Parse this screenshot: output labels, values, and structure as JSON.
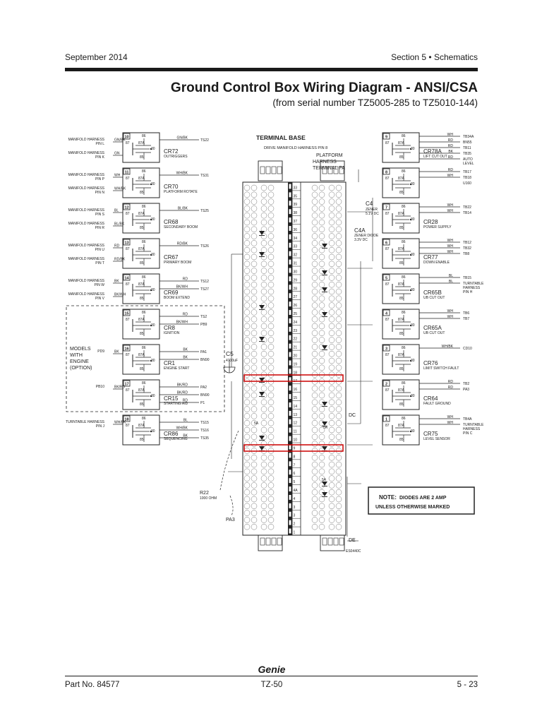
{
  "header": {
    "date": "September 2014",
    "section": "Section 5 • Schematics"
  },
  "title": "Ground Control Box Wiring Diagram -  ANSI/CSA",
  "subtitle": "(from serial number TZ5005-285 to TZ5010-144)",
  "footer": {
    "part_no": "Part No. 84577",
    "model": "TZ-50",
    "page": "5 - 23",
    "brand": "Genie"
  },
  "terminal_base": {
    "title": "TERMINAL BASE",
    "drive_label": "DRIVE MANIFOLD HARNESS PIN 8",
    "platform_label": [
      "PLATFORM",
      "HARNESS",
      "TERMINAL PA"
    ],
    "numbers": [
      "33",
      "35",
      "39",
      "38",
      "37",
      "36",
      "34",
      "33",
      "32",
      "31",
      "30",
      "29",
      "28",
      "27",
      "26",
      "25",
      "24",
      "23",
      "22",
      "21",
      "20",
      "19",
      "18",
      "17",
      "16",
      "15",
      "14",
      "13",
      "12",
      "11",
      "10",
      "9",
      "8",
      "7",
      "6",
      "5",
      "4A",
      "4",
      "3",
      "3",
      "2",
      "1"
    ]
  },
  "relay_pin_labels": {
    "r86": "86",
    "r87": "87",
    "r87a": "87A",
    "r30": "30",
    "r85": "85"
  },
  "left_relays": [
    {
      "num": "10",
      "name": "CR72",
      "desc": "OUTRIGGERS",
      "in_wires": [
        "GN/BK",
        "GN"
      ],
      "in_labels": [
        "MANIFOLD HARNESS\nPIN L",
        "MANIFOLD HARNESS\nPIN K"
      ],
      "out_wires": [
        "GN/BK"
      ],
      "out_terms": [
        "TS22"
      ]
    },
    {
      "num": "11",
      "name": "CR70",
      "desc": "PLATFORM ROTATE",
      "in_wires": [
        "WH",
        "WH/BK"
      ],
      "in_labels": [
        "MANIFOLD HARNESS\nPIN P",
        "MANIFOLD HARNESS\nPIN N"
      ],
      "out_wires": [
        "WH/BK"
      ],
      "out_terms": [
        "TS31"
      ]
    },
    {
      "num": "12",
      "name": "CR68",
      "desc": "SECONDARY BOOM",
      "in_wires": [
        "BL",
        "BL/BK"
      ],
      "in_labels": [
        "MANIFOLD HARNESS\nPIN S",
        "MANIFOLD HARNESS\nPIN R"
      ],
      "out_wires": [
        "BL/BK"
      ],
      "out_terms": [
        "TS25"
      ]
    },
    {
      "num": "13",
      "name": "CR67",
      "desc": "PRIMARY BOOM",
      "in_wires": [
        "RD",
        "RD/BK"
      ],
      "in_labels": [
        "MANIFOLD HARNESS\nPIN U",
        "MANIFOLD HARNESS\nPIN T"
      ],
      "out_wires": [
        "RD/BK"
      ],
      "out_terms": [
        "TS26"
      ]
    },
    {
      "num": "14",
      "name": "CR69",
      "desc": "BOOM EXTEND",
      "in_wires": [
        "BK",
        "BK/WH"
      ],
      "in_labels": [
        "MANIFOLD HARNESS\nPIN W",
        "MANIFOLD HARNESS\nPIN V"
      ],
      "out_wires": [
        "RD",
        "BK/WH"
      ],
      "out_terms": [
        "TS12",
        "TS27"
      ]
    },
    {
      "num": "15",
      "name": "CR8",
      "desc": "IGNITION",
      "in_wires": [],
      "in_labels": [],
      "out_wires": [
        "RD",
        "BK/WH"
      ],
      "out_terms": [
        "TS2",
        "PB9"
      ]
    },
    {
      "num": "16",
      "name": "CR1",
      "desc": "ENGINE START",
      "in_wires": [
        "BK"
      ],
      "in_labels": [
        "PD9"
      ],
      "out_wires": [
        "BK",
        "BK"
      ],
      "out_terms": [
        "PA1",
        "BN90"
      ]
    },
    {
      "num": "17",
      "name": "CR15",
      "desc": "STARTING AID",
      "in_wires": [
        "BK/RD"
      ],
      "in_labels": [
        "PB10"
      ],
      "out_wires": [
        "BK/RD",
        "BK/RD",
        "RD"
      ],
      "out_terms": [
        "PA2",
        "BN90",
        "P1"
      ]
    },
    {
      "num": "18",
      "name": "CR86",
      "desc": "SEQUENCING",
      "in_wires": [
        "WH/BK"
      ],
      "in_labels": [
        "TURNTABLE HARNESS\nPIN J"
      ],
      "out_wires": [
        "BL",
        "WH/BK",
        "BK"
      ],
      "out_terms": [
        "TS15",
        "TS16",
        "TS35"
      ]
    }
  ],
  "right_relays": [
    {
      "num": "9",
      "name": "CR78A",
      "desc": "LIFT CUT OUT",
      "wires": [
        "WH",
        "RD",
        "RD",
        "BK",
        "RD"
      ],
      "terms": [
        "TB34A",
        "BN55",
        "TB11",
        "TB35",
        "AUTO\nLEVEL"
      ]
    },
    {
      "num": "8",
      "name": "",
      "desc": "",
      "wires": [
        "RD",
        "WH"
      ],
      "terms": [
        "TB17",
        "TB18",
        "U160"
      ]
    },
    {
      "num": "7",
      "name": "CR28",
      "desc": "POWER SUPPLY",
      "wires": [
        "WH",
        "WH"
      ],
      "terms": [
        "TB22",
        "TB14"
      ]
    },
    {
      "num": "6",
      "name": "CR77",
      "desc": "DOWN ENABLE",
      "wires": [
        "WH",
        "WH",
        "WH"
      ],
      "terms": [
        "TB12",
        "TB32",
        "TB8"
      ]
    },
    {
      "num": "5",
      "name": "CR65B",
      "desc": "UB CUT OUT",
      "wires": [
        "BL",
        "BL"
      ],
      "terms": [
        "TB15",
        "TURNTABLE\nHARNESS\nPIN H"
      ]
    },
    {
      "num": "4",
      "name": "CR65A",
      "desc": "UB CUT OUT",
      "wires": [
        "WH",
        "WH"
      ],
      "terms": [
        "TB6",
        "TB7"
      ]
    },
    {
      "num": "3",
      "name": "CR76",
      "desc": "LIMIT SWITCH FAULT",
      "wires": [
        "WH/BK"
      ],
      "terms": [
        "CD10"
      ]
    },
    {
      "num": "2",
      "name": "CR64",
      "desc": "FAULT GROUND",
      "wires": [
        "RD",
        "RD"
      ],
      "terms": [
        "TB2",
        "PA3"
      ]
    },
    {
      "num": "1",
      "name": "CR75",
      "desc": "LEVEL SENSOR",
      "wires": [
        "WH",
        "WH"
      ],
      "terms": [
        "TB4A",
        "TURNTABLE\nHARNESS\nPIN C"
      ]
    }
  ],
  "engine_box": {
    "label": [
      "MODELS",
      "WITH",
      "ENGINE",
      "(OPTION)"
    ]
  },
  "components": {
    "c5_name": "C5",
    "c5_value": "4700uF",
    "c4_name": "C4",
    "c4_desc": [
      "ZENER",
      "5.1V DC"
    ],
    "c4a_name": "C4A",
    "c4a_desc": [
      "ZENER DIODE",
      "3.3V DC"
    ],
    "r22_name": "R22",
    "r22_value": "1000 OHM",
    "pa3": "PA3",
    "dc": "DC",
    "de": "DE",
    "drawing_no": "ES0440C",
    "diode_5a": "5A"
  },
  "note": {
    "prefix": "NOTE:",
    "line1": "DIODES ARE 2 AMP",
    "line2": "UNLESS OTHERWISE MARKED"
  },
  "colors": {
    "ink": "#1a1a1a",
    "highlight": "#cc0000"
  }
}
